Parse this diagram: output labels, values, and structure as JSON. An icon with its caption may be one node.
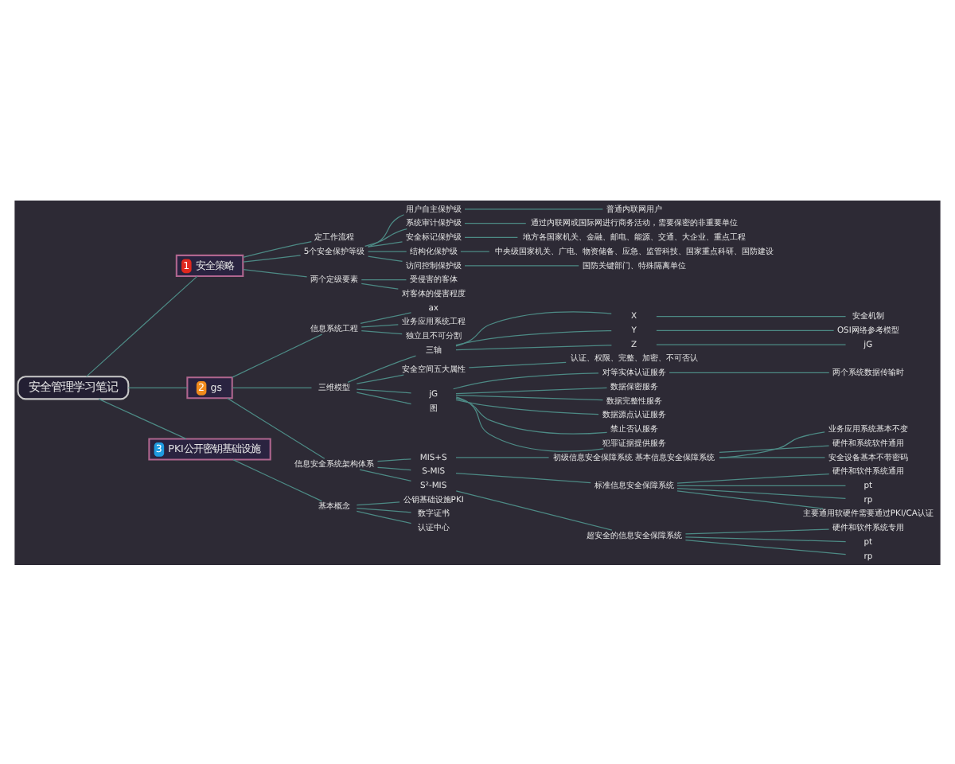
{
  "diagram": {
    "nodes": [
      {
        "text": [
          "安全管理学习笔记"
        ]
      },
      {
        "text": [
          "1",
          "安全策略"
        ]
      },
      {
        "text": [
          "定工作流程"
        ]
      },
      {
        "text": [
          "5个安全保护等级"
        ]
      },
      {
        "text": [
          "用户自主保护级"
        ]
      },
      {
        "text": [
          "普通内联网用户"
        ]
      },
      {
        "text": [
          "系统审计保护级"
        ]
      },
      {
        "text": [
          "通过内联网或国际网进行商务活动，需要保密的非重要单位"
        ]
      },
      {
        "text": [
          "安全标记保护级"
        ]
      },
      {
        "text": [
          "地方各国家机关、金融、邮电、能源、交通、大企业、重点工程"
        ]
      },
      {
        "text": [
          "结构化保护级"
        ]
      },
      {
        "text": [
          "中央级国家机关、广电、物资储备、应急、监管科技、国家重点科研、国防建设"
        ]
      },
      {
        "text": [
          "访问控制保护级"
        ]
      },
      {
        "text": [
          "国防关键部门、特殊隔离单位"
        ]
      },
      {
        "text": [
          "两个定级要素"
        ]
      },
      {
        "text": [
          "受侵害的客体"
        ]
      },
      {
        "text": [
          "对客体的侵害程度"
        ]
      },
      {
        "text": [
          "2",
          "gs"
        ]
      },
      {
        "text": [
          "信息系统工程"
        ]
      },
      {
        "text": [
          "ax"
        ]
      },
      {
        "text": [
          "业务应用系统工程"
        ]
      },
      {
        "text": [
          "独立且不可分割"
        ]
      },
      {
        "text": [
          "三维模型"
        ]
      },
      {
        "text": [
          "三轴"
        ]
      },
      {
        "text": [
          "X"
        ]
      },
      {
        "text": [
          "安全机制"
        ]
      },
      {
        "text": [
          "Y"
        ]
      },
      {
        "text": [
          "OSI网络参考模型"
        ]
      },
      {
        "text": [
          "Z"
        ]
      },
      {
        "text": [
          "jG"
        ]
      },
      {
        "text": [
          "安全空间五大属性"
        ]
      },
      {
        "text": [
          "认证、权限、完整、加密、不可否认"
        ]
      },
      {
        "text": [
          "jG"
        ]
      },
      {
        "text": [
          "对等实体认证服务"
        ]
      },
      {
        "text": [
          "两个系统数据传输时"
        ]
      },
      {
        "text": [
          "数据保密服务"
        ]
      },
      {
        "text": [
          "数据完整性服务"
        ]
      },
      {
        "text": [
          "数据源点认证服务"
        ]
      },
      {
        "text": [
          "禁止否认服务"
        ]
      },
      {
        "text": [
          "犯罪证据提供服务"
        ]
      },
      {
        "text": [
          "图"
        ]
      },
      {
        "text": [
          "信息安全系统架构体系"
        ]
      },
      {
        "text": [
          "MIS+S"
        ]
      },
      {
        "text": [
          "初级信息安全保障系统 基本信息安全保障系统"
        ]
      },
      {
        "text": [
          "业务应用系统基本不变"
        ]
      },
      {
        "text": [
          "硬件和系统软件通用"
        ]
      },
      {
        "text": [
          "安全设备基本不带密码"
        ]
      },
      {
        "text": [
          "S-MIS"
        ]
      },
      {
        "text": [
          "标准信息安全保障系统"
        ]
      },
      {
        "text": [
          "硬件和软件系统通用"
        ]
      },
      {
        "text": [
          "pt"
        ]
      },
      {
        "text": [
          "rp"
        ]
      },
      {
        "text": [
          "主要通用软硬件需要通过PKI/CA认证"
        ]
      },
      {
        "text": [
          "S²-MIS"
        ]
      },
      {
        "text": [
          "超安全的信息安全保障系统"
        ]
      },
      {
        "text": [
          "硬件和软件系统专用"
        ]
      },
      {
        "text": [
          "pt"
        ]
      },
      {
        "text": [
          "rp"
        ]
      },
      {
        "text": [
          "3",
          "PKI公开密钥基础设施"
        ]
      },
      {
        "text": [
          "基本概念"
        ]
      },
      {
        "text": [
          "公钥基础设施PKI"
        ]
      },
      {
        "text": [
          "数字证书"
        ]
      },
      {
        "text": [
          "认证中心"
        ]
      }
    ],
    "edges": [
      {
        "from": 0,
        "to": 1,
        "arrow": "none"
      },
      {
        "from": 0,
        "to": 17,
        "arrow": "none"
      },
      {
        "from": 0,
        "to": 58,
        "arrow": "none"
      },
      {
        "from": 1,
        "to": 2,
        "arrow": "none"
      },
      {
        "from": 1,
        "to": 3,
        "arrow": "none"
      },
      {
        "from": 3,
        "to": 4,
        "arrow": "none"
      },
      {
        "from": 4,
        "to": 5,
        "arrow": "none"
      },
      {
        "from": 3,
        "to": 6,
        "arrow": "none"
      },
      {
        "from": 6,
        "to": 7,
        "arrow": "none"
      },
      {
        "from": 3,
        "to": 8,
        "arrow": "none"
      },
      {
        "from": 8,
        "to": 9,
        "arrow": "none"
      },
      {
        "from": 3,
        "to": 10,
        "arrow": "none"
      },
      {
        "from": 10,
        "to": 11,
        "arrow": "none"
      },
      {
        "from": 3,
        "to": 12,
        "arrow": "none"
      },
      {
        "from": 12,
        "to": 13,
        "arrow": "none"
      },
      {
        "from": 1,
        "to": 14,
        "arrow": "none"
      },
      {
        "from": 14,
        "to": 15,
        "arrow": "none"
      },
      {
        "from": 14,
        "to": 16,
        "arrow": "none"
      },
      {
        "from": 17,
        "to": 18,
        "arrow": "none"
      },
      {
        "from": 18,
        "to": 19,
        "arrow": "none"
      },
      {
        "from": 18,
        "to": 20,
        "arrow": "none"
      },
      {
        "from": 18,
        "to": 21,
        "arrow": "none"
      },
      {
        "from": 17,
        "to": 22,
        "arrow": "none"
      },
      {
        "from": 22,
        "to": 23,
        "arrow": "none"
      },
      {
        "from": 23,
        "to": 24,
        "arrow": "none"
      },
      {
        "from": 24,
        "to": 25,
        "arrow": "none"
      },
      {
        "from": 23,
        "to": 26,
        "arrow": "none"
      },
      {
        "from": 26,
        "to": 27,
        "arrow": "none"
      },
      {
        "from": 23,
        "to": 28,
        "arrow": "none"
      },
      {
        "from": 28,
        "to": 29,
        "arrow": "none"
      },
      {
        "from": 22,
        "to": 30,
        "arrow": "none"
      },
      {
        "from": 30,
        "to": 31,
        "arrow": "none"
      },
      {
        "from": 22,
        "to": 32,
        "arrow": "none"
      },
      {
        "from": 32,
        "to": 33,
        "arrow": "none"
      },
      {
        "from": 33,
        "to": 34,
        "arrow": "none"
      },
      {
        "from": 32,
        "to": 35,
        "arrow": "none"
      },
      {
        "from": 32,
        "to": 36,
        "arrow": "none"
      },
      {
        "from": 32,
        "to": 37,
        "arrow": "none"
      },
      {
        "from": 32,
        "to": 38,
        "arrow": "none"
      },
      {
        "from": 32,
        "to": 39,
        "arrow": "none"
      },
      {
        "from": 22,
        "to": 40,
        "arrow": "none"
      },
      {
        "from": 17,
        "to": 41,
        "arrow": "none"
      },
      {
        "from": 41,
        "to": 42,
        "arrow": "none"
      },
      {
        "from": 42,
        "to": 43,
        "arrow": "none"
      },
      {
        "from": 43,
        "to": 44,
        "arrow": "none"
      },
      {
        "from": 43,
        "to": 45,
        "arrow": "none"
      },
      {
        "from": 43,
        "to": 46,
        "arrow": "none"
      },
      {
        "from": 41,
        "to": 47,
        "arrow": "none"
      },
      {
        "from": 47,
        "to": 48,
        "arrow": "none"
      },
      {
        "from": 48,
        "to": 49,
        "arrow": "none"
      },
      {
        "from": 48,
        "to": 50,
        "arrow": "none"
      },
      {
        "from": 48,
        "to": 51,
        "arrow": "none"
      },
      {
        "from": 48,
        "to": 52,
        "arrow": "none"
      },
      {
        "from": 41,
        "to": 53,
        "arrow": "none"
      },
      {
        "from": 53,
        "to": 54,
        "arrow": "none"
      },
      {
        "from": 54,
        "to": 55,
        "arrow": "none"
      },
      {
        "from": 54,
        "to": 56,
        "arrow": "none"
      },
      {
        "from": 54,
        "to": 57,
        "arrow": "none"
      },
      {
        "from": 58,
        "to": 59,
        "arrow": "none"
      },
      {
        "from": 59,
        "to": 60,
        "arrow": "none"
      },
      {
        "from": 59,
        "to": 61,
        "arrow": "none"
      },
      {
        "from": 59,
        "to": 62,
        "arrow": "none"
      }
    ]
  }
}
